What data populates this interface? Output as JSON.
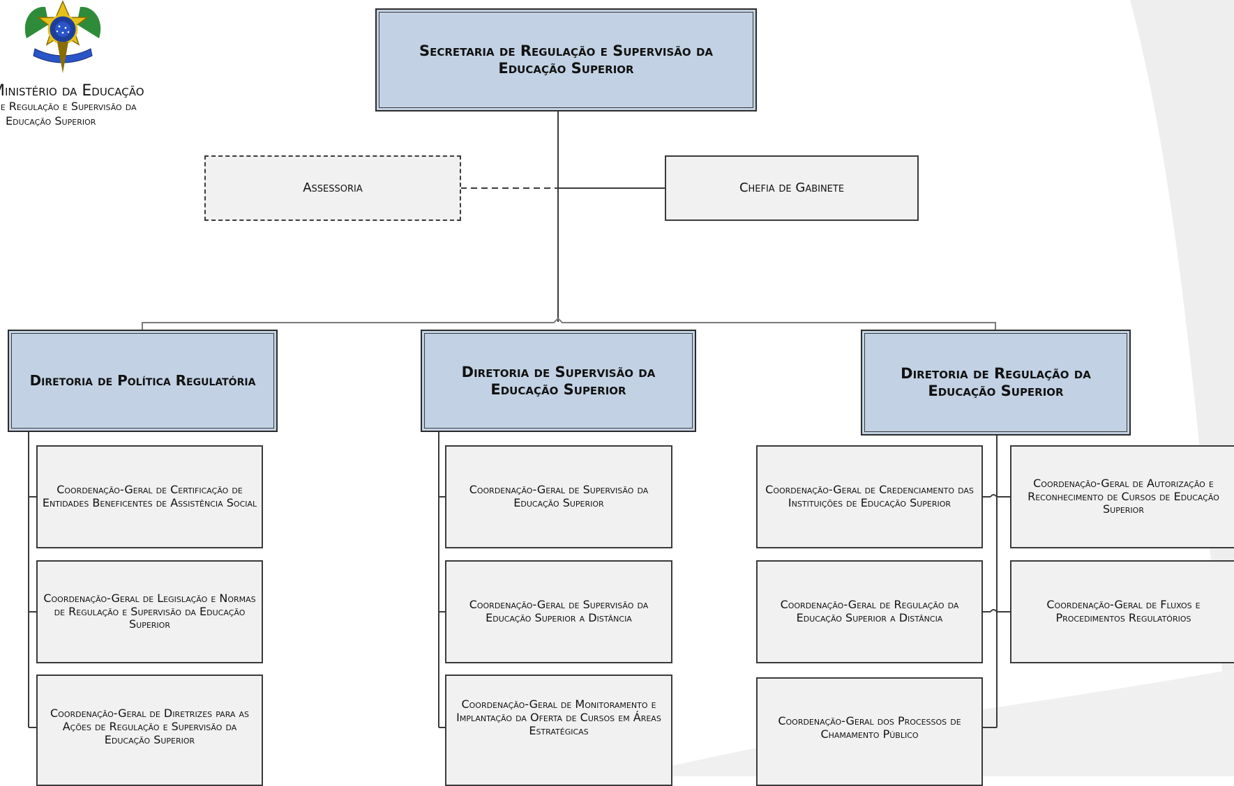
{
  "header": {
    "line1": "Ministério da Educação",
    "line2": "Secretaria de Regulação e Supervisão da",
    "line3": "Educação Superior"
  },
  "top": {
    "secretaria": "Secretaria de Regulação e Supervisão da Educação Superior"
  },
  "assist": {
    "assessoria": "Assessoria",
    "chefia": "Chefia de Gabinete"
  },
  "diretorias": [
    {
      "title": "Diretoria de Política Regulatória",
      "coords": [
        "Coordenação-Geral de Certificação de Entidades Beneficentes de Assistência Social",
        "Coordenação-Geral de Legislação e Normas de Regulação e Supervisão da Educação Superior",
        "Coordenação-Geral de Diretrizes para as Ações de Regulação e Supervisão da Educação Superior"
      ]
    },
    {
      "title": "Diretoria de Supervisão da Educação Superior",
      "coords": [
        "Coordenação-Geral de Supervisão da Educação Superior",
        "Coordenação-Geral de Supervisão da Educação Superior a Distância",
        "Coordenação-Geral de Monitoramento e Implantação da Oferta de Cursos em Áreas Estratégicas"
      ]
    },
    {
      "title": "Diretoria de Regulação da Educação Superior",
      "coords_left": [
        "Coordenação-Geral de Credenciamento das Instituições de Educação Superior",
        "Coordenação-Geral de Regulação da Educação Superior a Distância",
        "Coordenação-Geral dos Processos de Chamamento Público"
      ],
      "coords_right": [
        "Coordenação-Geral de Autorização e Reconhecimento de Cursos de Educação Superior",
        "Coordenação-Geral de Fluxos e Procedimentos Regulatórios"
      ]
    }
  ],
  "colors": {
    "director_fill": "#c2d2e4",
    "coord_fill": "#f1f1f1",
    "line": "#3a3a3a",
    "background_sweep": "#e9e9e9"
  }
}
